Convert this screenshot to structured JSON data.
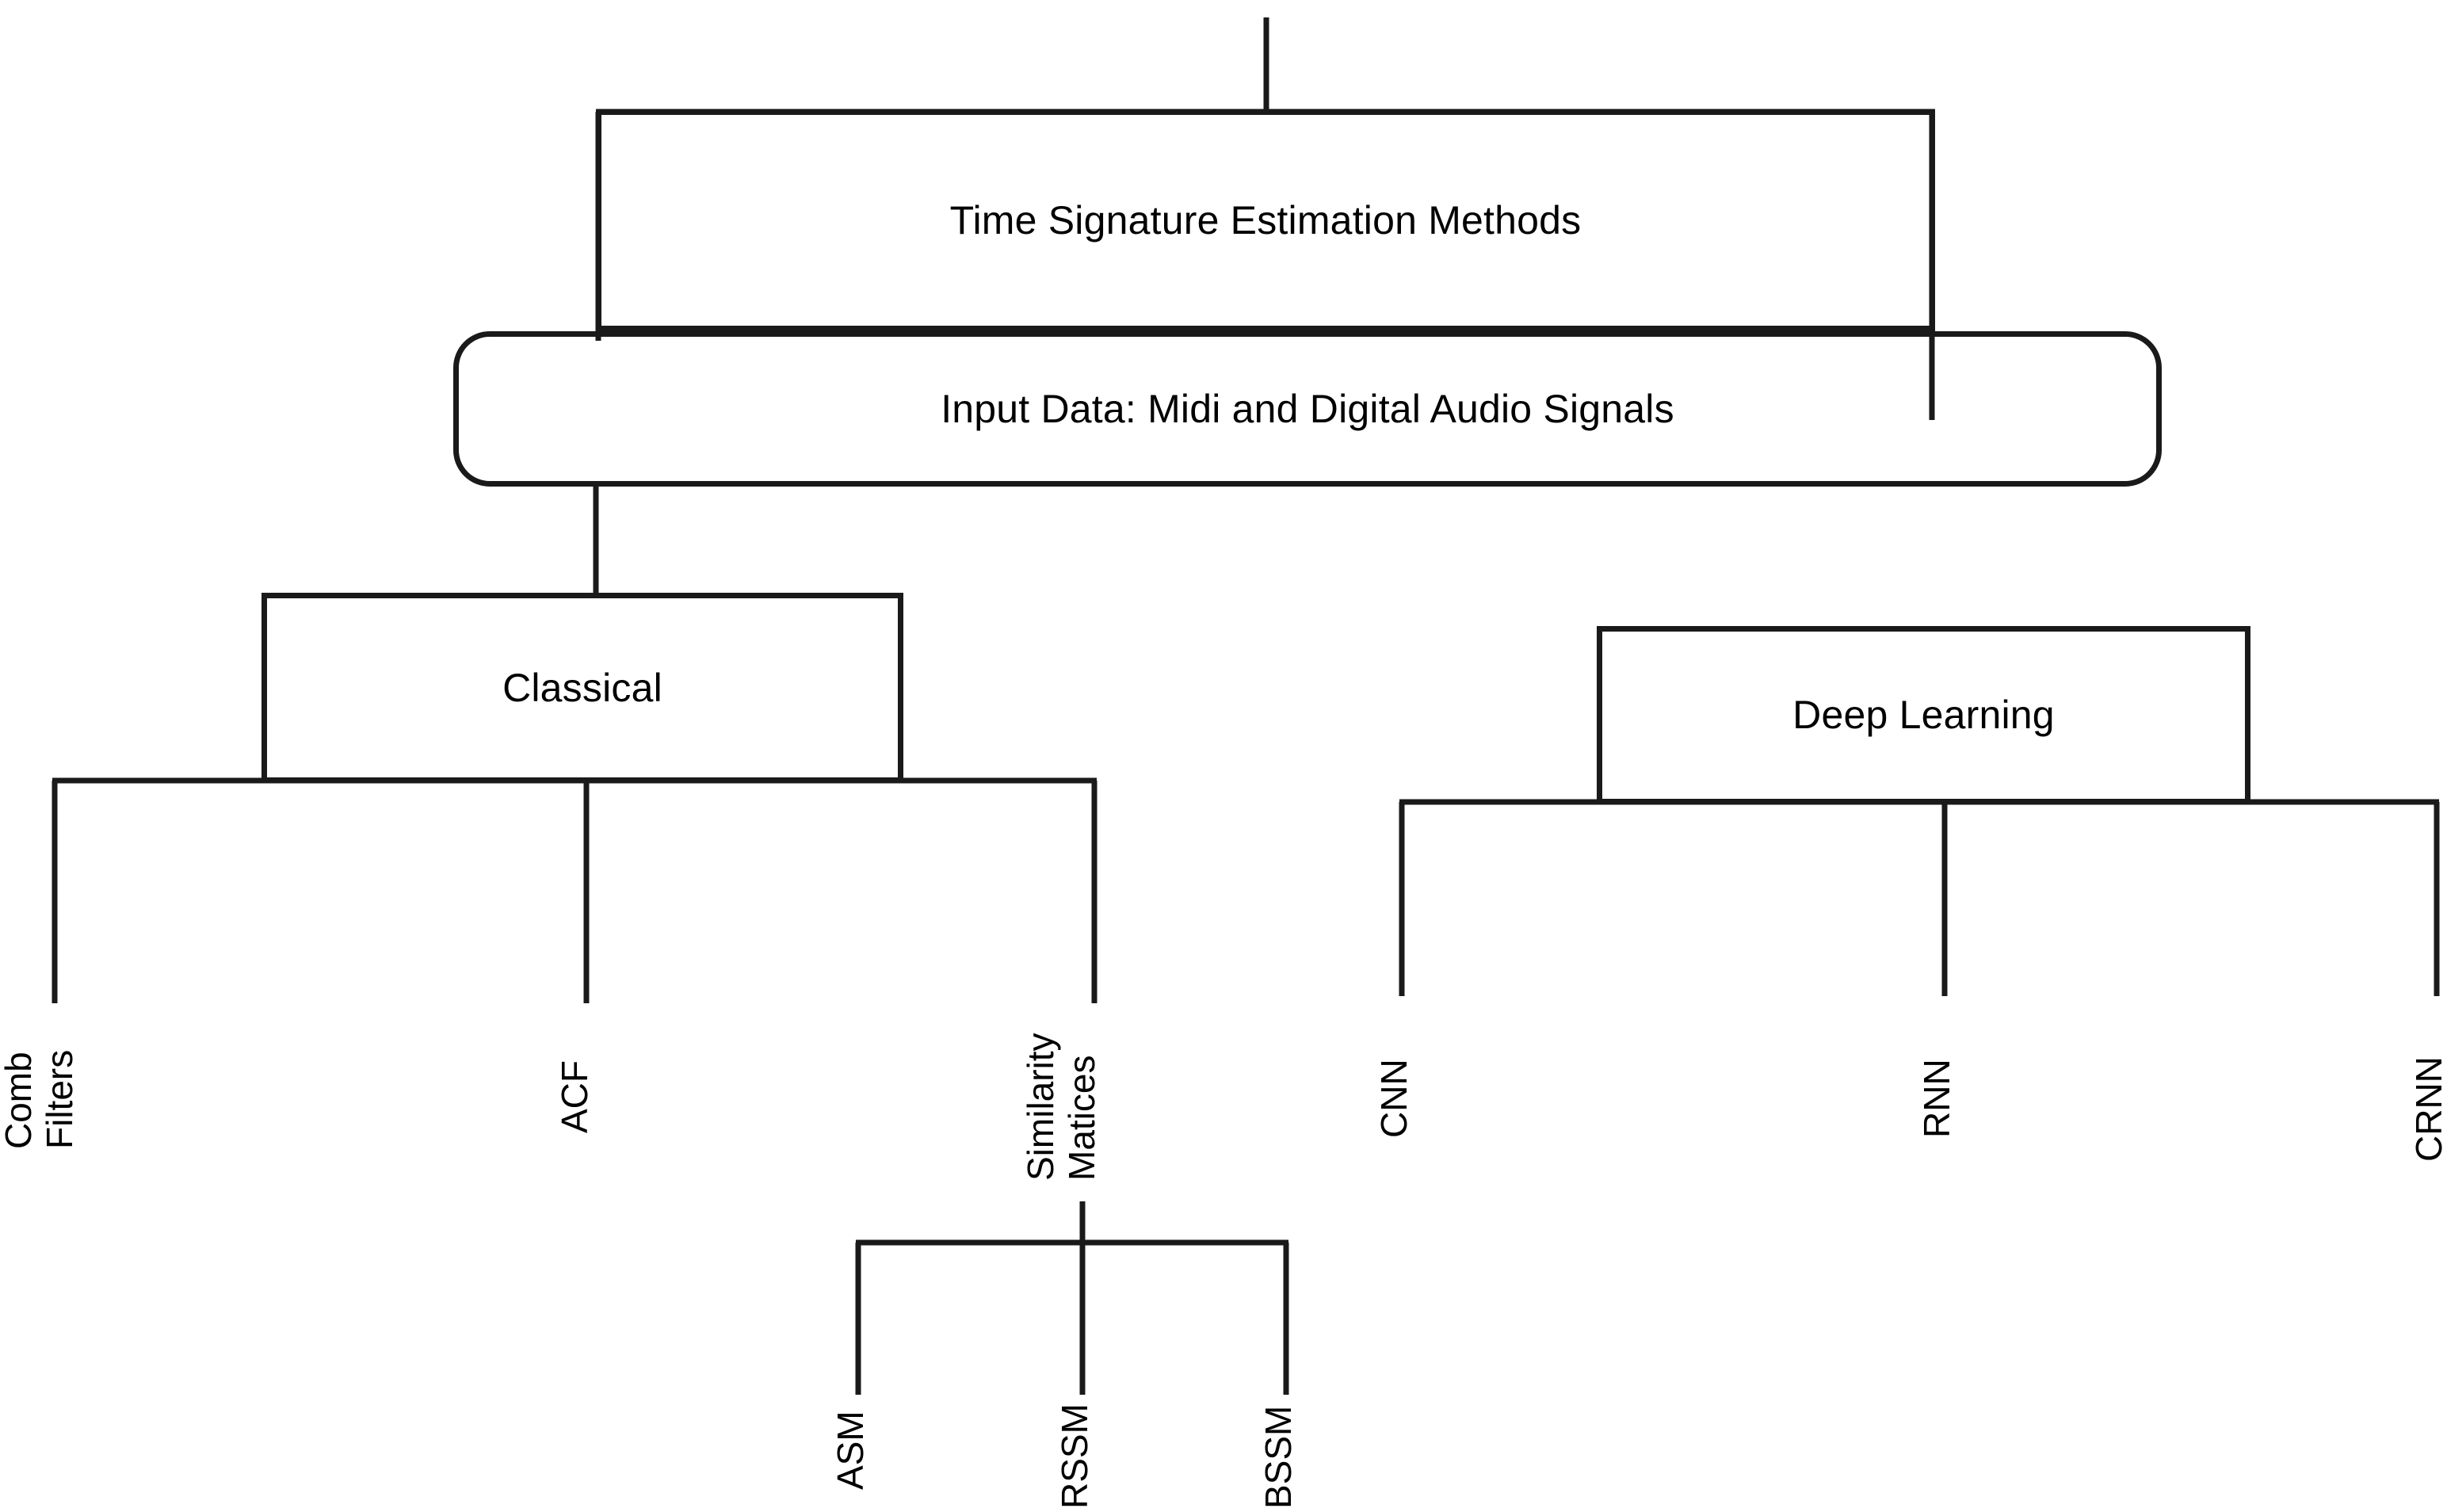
{
  "diagram": {
    "type": "taxonomy-tree",
    "title": "Time Signature Estimation Methods",
    "orientation": "top-down",
    "background_color": "#ffffff",
    "line_color": "#1a1a1a",
    "text_color": "#000000",
    "nodes": {
      "root": {
        "label": "Time Signature Estimation Methods",
        "shape": "rectangle"
      },
      "input": {
        "label": "Input Data: Midi and Digital Audio Signals",
        "shape": "rounded-rectangle"
      },
      "classical": {
        "label": "Classical",
        "shape": "rectangle"
      },
      "deep_learning": {
        "label": "Deep Learning",
        "shape": "rectangle"
      }
    },
    "classical_leaves": [
      {
        "label": "Comb\nFilters",
        "lines": [
          "Comb",
          "Filters"
        ]
      },
      {
        "label": "ACF",
        "lines": [
          "ACF"
        ]
      },
      {
        "label": "Similarity\nMatices",
        "lines": [
          "Similarity",
          "Matices"
        ]
      }
    ],
    "similarity_leaves": [
      {
        "label": "ASM"
      },
      {
        "label": "RSSM"
      },
      {
        "label": "BSSM"
      }
    ],
    "deep_learning_leaves": [
      {
        "label": "CNN"
      },
      {
        "label": "RNN"
      },
      {
        "label": "CRNN"
      }
    ]
  }
}
